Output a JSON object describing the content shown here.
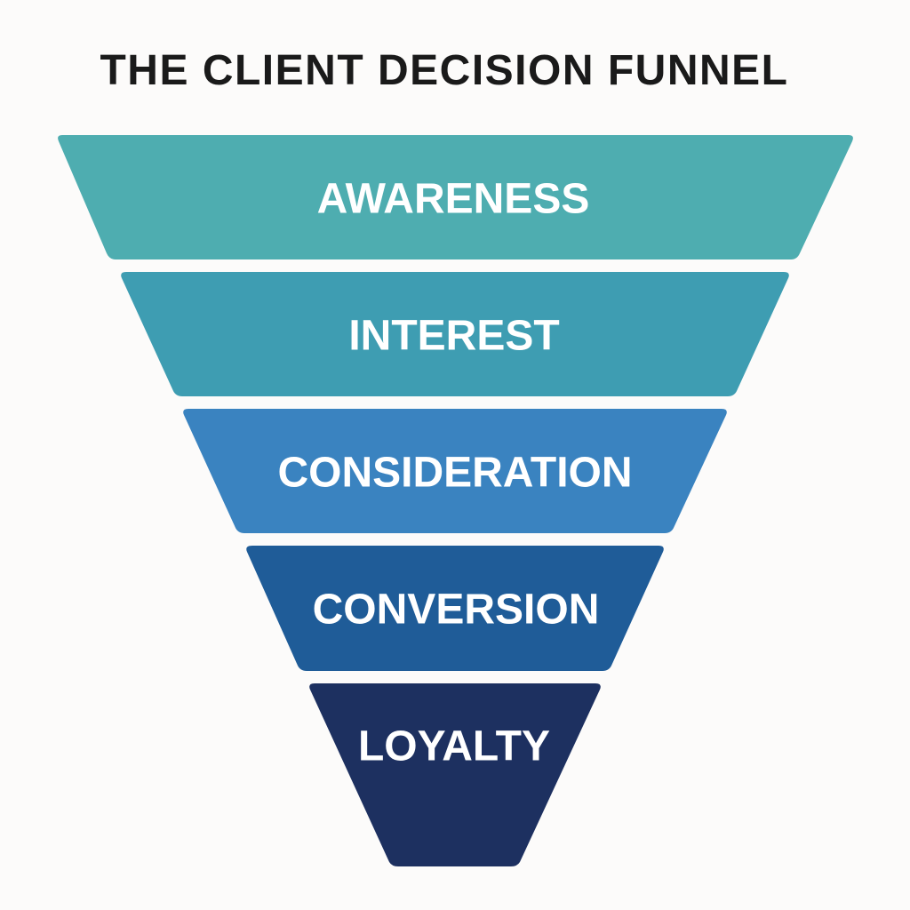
{
  "title": "THE CLIENT DECISION FUNNEL",
  "stages": [
    {
      "label": "AWARENESS",
      "color": "#4eadb0"
    },
    {
      "label": "INTEREST",
      "color": "#3e9db2"
    },
    {
      "label": "CONSIDERATION",
      "color": "#3a83c0"
    },
    {
      "label": "CONVERSION",
      "color": "#1f5c98"
    },
    {
      "label": "LOYALTY",
      "color": "#1d3060"
    }
  ]
}
